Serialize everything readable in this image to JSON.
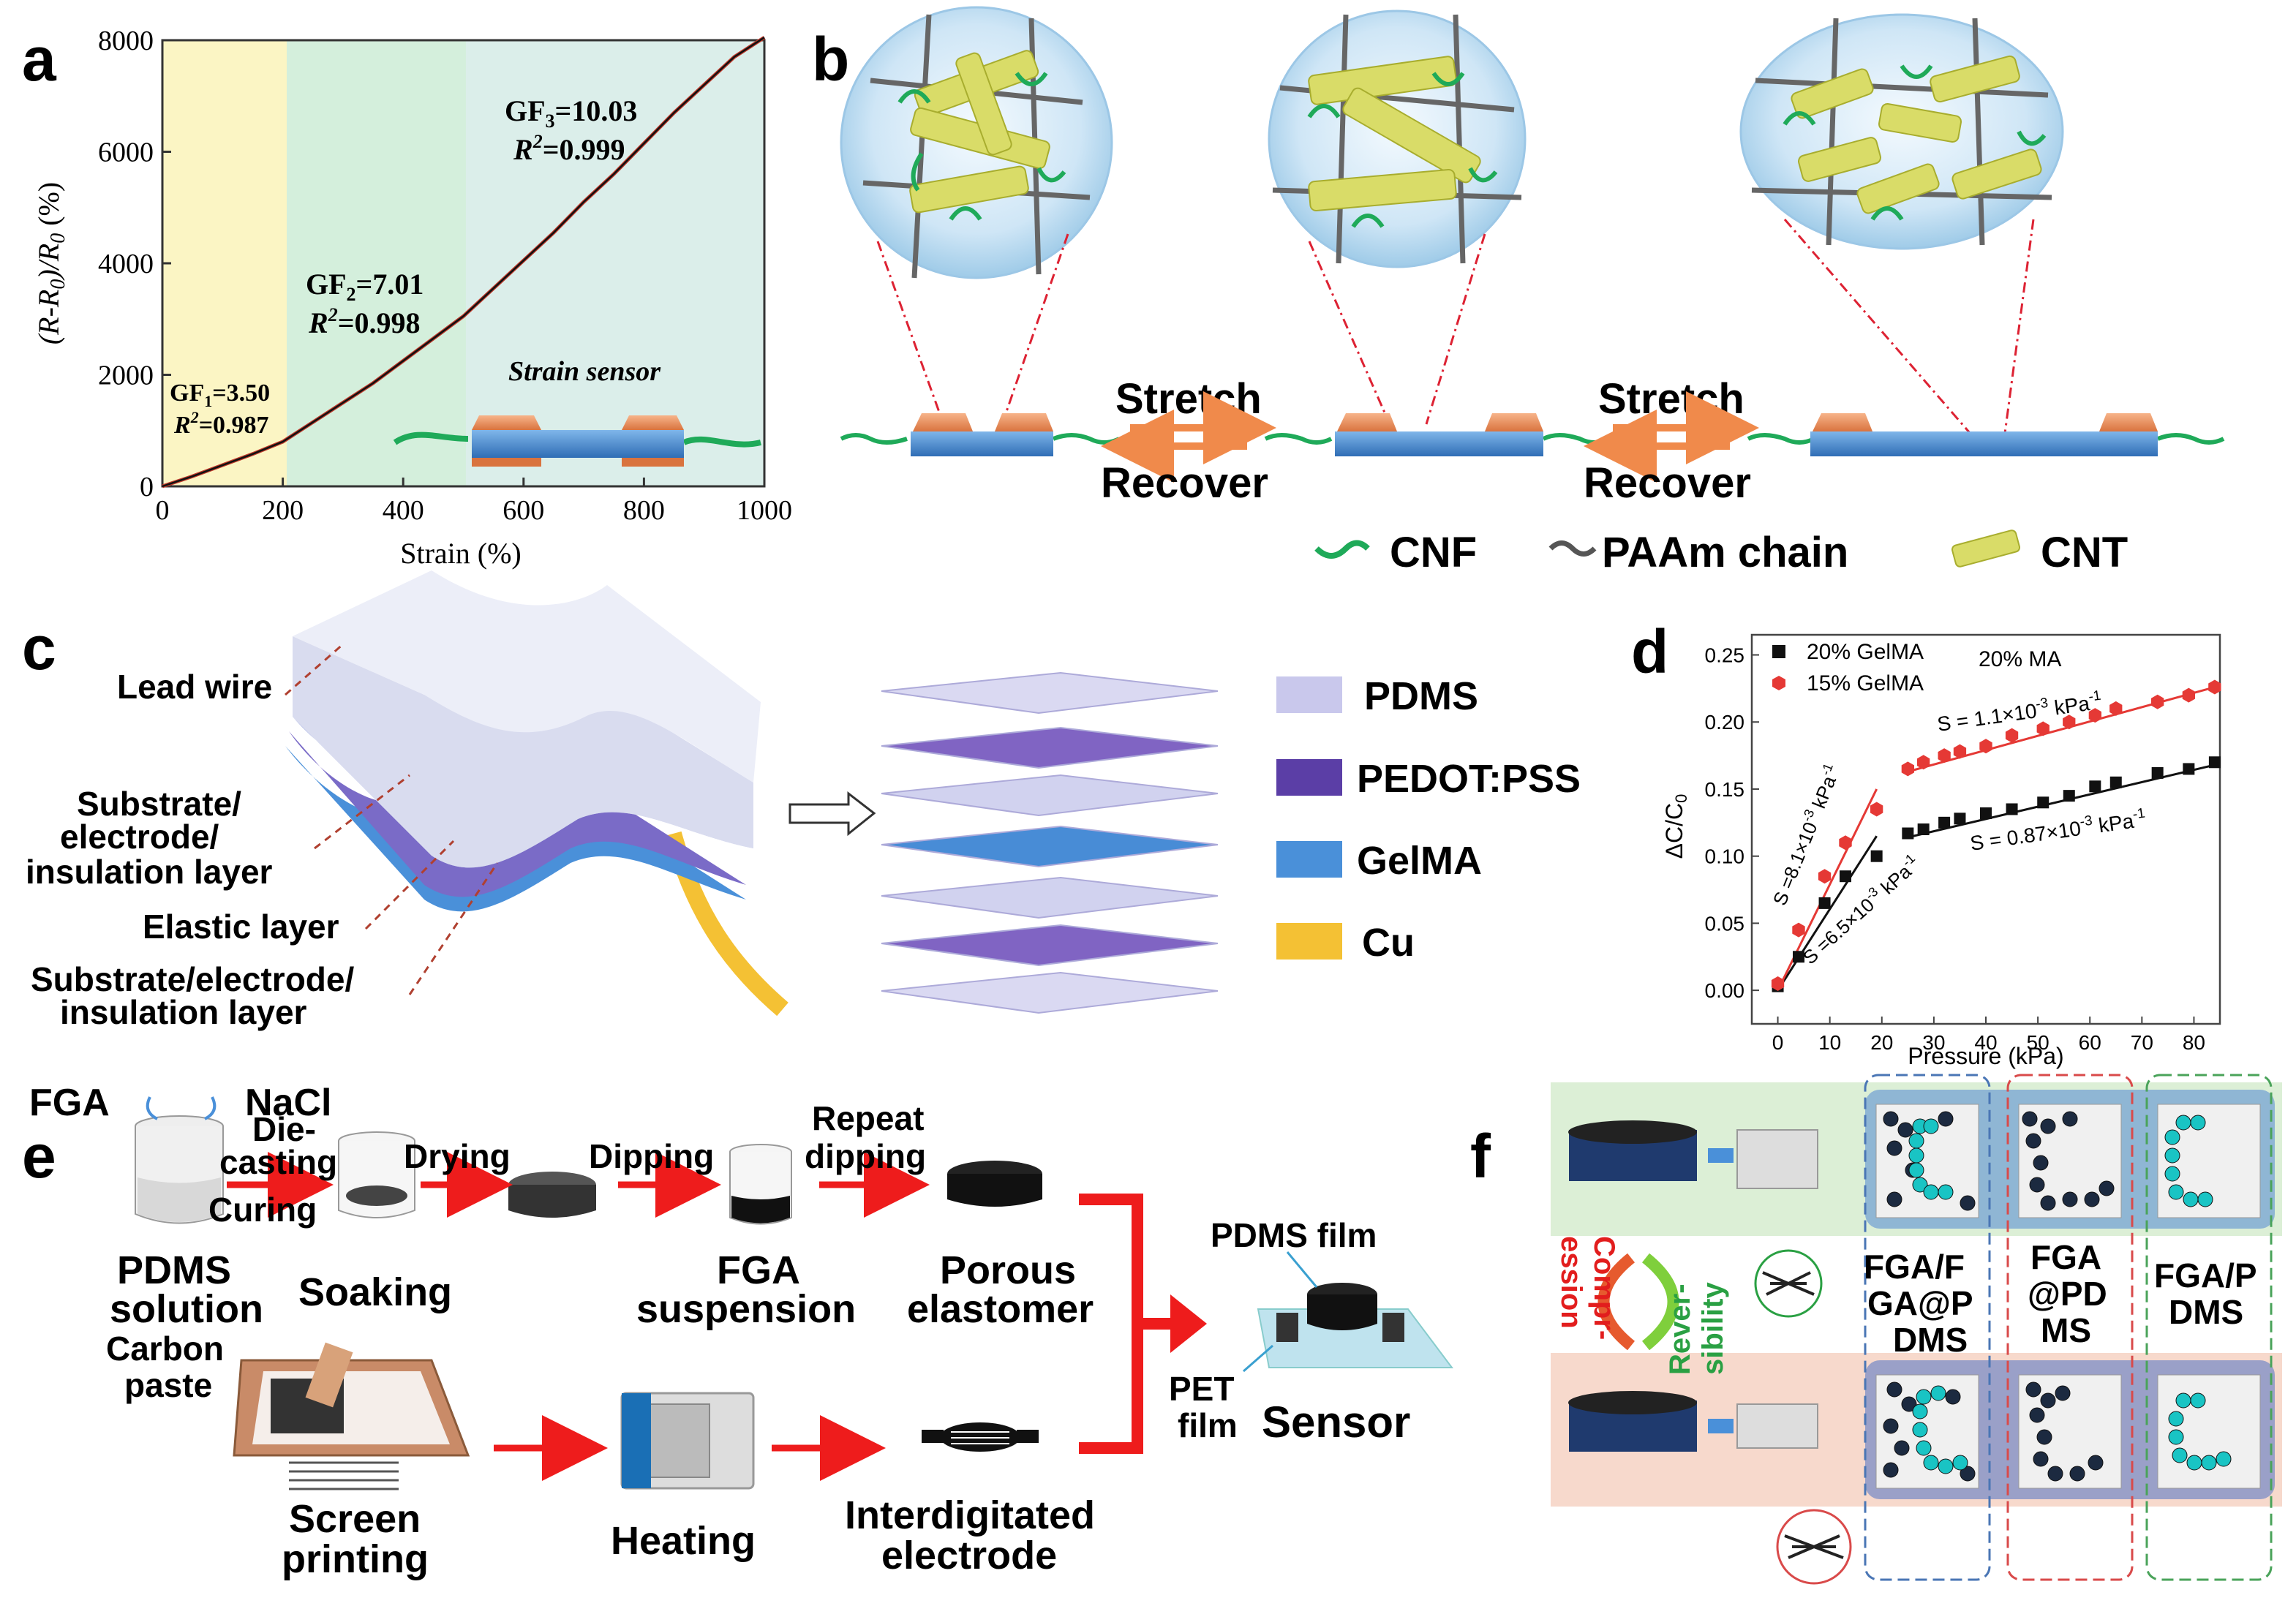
{
  "panel_labels": {
    "a": "a",
    "b": "b",
    "c": "c",
    "d": "d",
    "e": "e",
    "f": "f"
  },
  "colors": {
    "zone1": "#fbf5c4",
    "zone2": "#d4efdc",
    "zone3": "#dbeeea",
    "fit_line": "#c0392b",
    "black_series": "#111111",
    "red_series": "#e53935",
    "cnf": "#1faa59",
    "paam": "#666666",
    "cnt": "#cfd65a",
    "pdms": "#c9c8ec",
    "pedot": "#5b3ea6",
    "gelma": "#4a90d9",
    "cu": "#f4c134",
    "arrow_red": "#ee1c1c"
  },
  "chart_data": [
    {
      "type": "line",
      "panel": "a",
      "xlabel": "Strain (%)",
      "ylabel": "(R-R0)/R0 (%)",
      "ylabel_parts": {
        "a": "(R-R",
        "b": "0",
        "c": ")/R",
        "d": "0",
        "e": " (%)"
      },
      "xlim": [
        0,
        1000
      ],
      "ylim": [
        0,
        8000
      ],
      "xticks": [
        "0",
        "200",
        "400",
        "600",
        "800",
        "1000"
      ],
      "yticks": [
        "0",
        "2000",
        "4000",
        "6000",
        "8000"
      ],
      "regions": [
        [
          0,
          200
        ],
        [
          200,
          500
        ],
        [
          500,
          1000
        ]
      ],
      "x": [
        0,
        50,
        100,
        150,
        200,
        250,
        300,
        350,
        400,
        450,
        500,
        550,
        600,
        650,
        700,
        750,
        800,
        850,
        900,
        950,
        1000
      ],
      "y": [
        0,
        180,
        380,
        580,
        800,
        1150,
        1500,
        1850,
        2250,
        2650,
        3050,
        3550,
        4050,
        4550,
        5100,
        5600,
        6150,
        6700,
        7200,
        7700,
        8050
      ],
      "annotations": [
        {
          "gf": "GF",
          "sub": "1",
          "val": "=3.50",
          "r2": "R",
          "sup": "2",
          "r2val": "=0.987"
        },
        {
          "gf": "GF",
          "sub": "2",
          "val": "=7.01",
          "r2": "R",
          "sup": "2",
          "r2val": "=0.998"
        },
        {
          "gf": "GF",
          "sub": "3",
          "val": "=10.03",
          "r2": "R",
          "sup": "2",
          "r2val": "=0.999"
        }
      ],
      "inset_label": "Strain sensor"
    },
    {
      "type": "scatter",
      "panel": "d",
      "xlabel": "Pressure (kPa)",
      "ylabel": "ΔC/C0",
      "ylabel_parts": {
        "a": "ΔC/C",
        "b": "0"
      },
      "xlim": [
        -5,
        85
      ],
      "ylim": [
        -0.025,
        0.265
      ],
      "xticks": [
        "0",
        "10",
        "20",
        "30",
        "40",
        "50",
        "60",
        "70",
        "80"
      ],
      "yticks": [
        "0.00",
        "0.05",
        "0.10",
        "0.15",
        "0.20",
        "0.25"
      ],
      "series": [
        {
          "name": "20% GelMA",
          "marker": "square",
          "x": [
            0,
            4,
            9,
            13,
            19,
            25,
            28,
            32,
            35,
            40,
            45,
            51,
            56,
            61,
            65,
            73,
            79,
            84
          ],
          "y": [
            0.003,
            0.025,
            0.065,
            0.085,
            0.1,
            0.117,
            0.12,
            0.125,
            0.128,
            0.132,
            0.135,
            0.14,
            0.145,
            0.152,
            0.155,
            0.162,
            0.165,
            0.17
          ]
        },
        {
          "name": "15% GelMA",
          "marker": "hexagon",
          "x": [
            0,
            4,
            9,
            13,
            19,
            25,
            28,
            32,
            35,
            40,
            45,
            51,
            56,
            61,
            65,
            73,
            79,
            84
          ],
          "y": [
            0.005,
            0.045,
            0.085,
            0.11,
            0.135,
            0.165,
            0.17,
            0.175,
            0.178,
            0.182,
            0.19,
            0.195,
            0.2,
            0.205,
            0.21,
            0.215,
            0.22,
            0.226
          ]
        }
      ],
      "legend_title": "20% MA",
      "fit_labels": [
        "S = 1.1×10^-3 kPa^-1",
        "S = 0.87×10^-3 kPa^-1",
        "S =8.1×10^-3 kPa^-1",
        "S =6.5×10^-3 kPa^-1"
      ]
    }
  ],
  "panel_b": {
    "stretch1": "Stretch",
    "recover1": "Recover",
    "stretch2": "Stretch",
    "recover2": "Recover",
    "legend_cnf": "CNF",
    "legend_paam": "PAAm chain",
    "legend_cnt": "CNT"
  },
  "panel_c": {
    "lead_wire": "Lead wire",
    "substrate_top_l1": "Substrate/",
    "substrate_top_l2": "electrode/",
    "substrate_top_l3": "insulation layer",
    "elastic": "Elastic layer",
    "substrate_bot_l1": "Substrate/electrode/",
    "substrate_bot_l2": "insulation layer",
    "legend": [
      "PDMS",
      "PEDOT:PSS",
      "GelMA",
      "Cu"
    ]
  },
  "panel_e": {
    "fga": "FGA",
    "nacl": "NaCl",
    "diecasting_l1": "Die-",
    "diecasting_l2": "casting",
    "curing": "Curing",
    "drying": "Drying",
    "dipping": "Dipping",
    "repeat_l1": "Repeat",
    "repeat_l2": "dipping",
    "pdms_l1": "PDMS",
    "pdms_l2": "solution",
    "soaking": "Soaking",
    "fga_susp_l1": "FGA",
    "fga_susp_l2": "suspension",
    "porous_l1": "Porous",
    "porous_l2": "elastomer",
    "carbon_l1": "Carbon",
    "carbon_l2": "paste",
    "screen_l1": "Screen",
    "screen_l2": "printing",
    "heating": "Heating",
    "inter_l1": "Interdigitated",
    "inter_l2": "electrode",
    "pdms_film": "PDMS film",
    "pet_l1": "PET",
    "pet_l2": "film",
    "sensor": "Sensor"
  },
  "panel_f": {
    "compr_l1": "Compr-",
    "compr_l2": "ession",
    "rever_l1": "Rever-",
    "rever_l2": "sibility",
    "col1_l1": "FGA/F",
    "col1_l2": "GA@P",
    "col1_l3": "DMS",
    "col2_l1": "FGA",
    "col2_l2": "@PD",
    "col2_l3": "MS",
    "col3_l1": "FGA/P",
    "col3_l2": "DMS"
  }
}
